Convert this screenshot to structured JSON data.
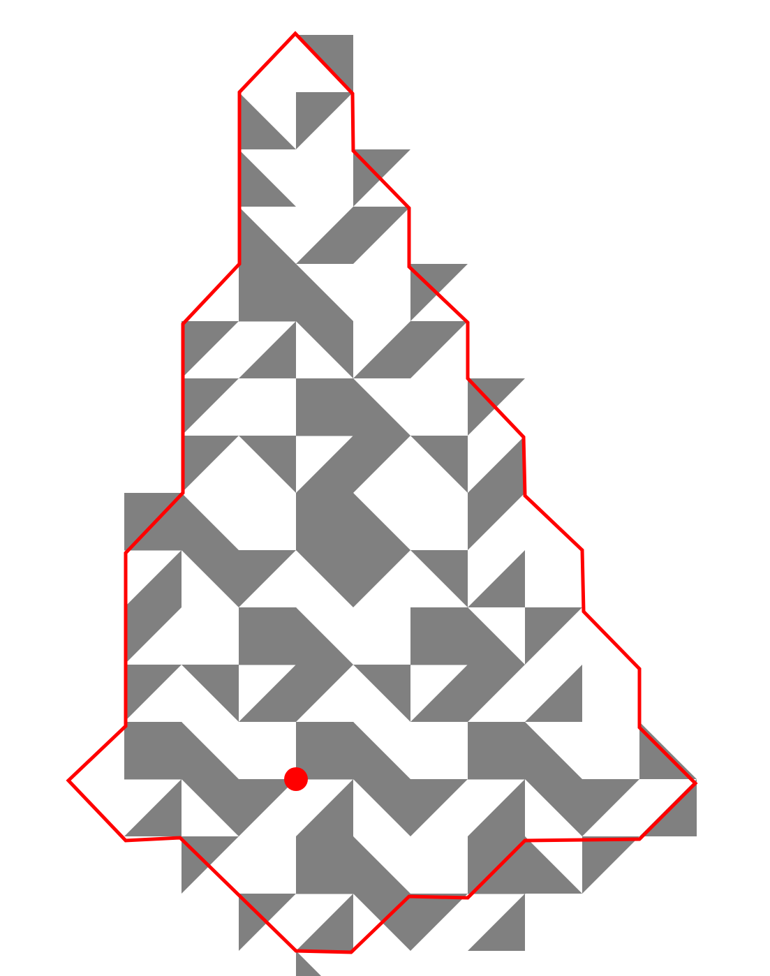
{
  "diagram": {
    "type": "polyomino-tiling",
    "colors": {
      "background": "#ffffff",
      "fill": "#808080",
      "light": "#ffffff",
      "outline": "#ff0000",
      "marker": "#ff0000"
    },
    "rows": [
      {
        "first_col": 3,
        "cells": [
          "TL"
        ]
      },
      {
        "first_col": 2,
        "cells": [
          "BL",
          "TR"
        ]
      },
      {
        "first_col": 2,
        "cells": [
          "BL",
          "N",
          "TR"
        ]
      },
      {
        "first_col": 2,
        "cells": [
          "BL",
          "BR",
          "TR"
        ]
      },
      {
        "first_col": 2,
        "cells": [
          "F",
          "BL",
          "N",
          "TR"
        ]
      },
      {
        "first_col": 1,
        "cells": [
          "TR",
          "BR",
          "TL",
          "BR",
          "TR"
        ]
      },
      {
        "first_col": 1,
        "cells": [
          "TR",
          "N",
          "F",
          "BL",
          "N",
          "TR"
        ]
      },
      {
        "first_col": 1,
        "cells": [
          "TR",
          "TL",
          "BR",
          "TR",
          "TL",
          "BR"
        ]
      },
      {
        "first_col": 0,
        "cells": [
          "F",
          "BL",
          "N",
          "F",
          "BL",
          "N",
          "TR"
        ]
      },
      {
        "first_col": 0,
        "cells": [
          "BR",
          "TL",
          "TR",
          "TL",
          "TR",
          "TL",
          "BR"
        ]
      },
      {
        "first_col": 0,
        "cells": [
          "TR",
          "N",
          "F",
          "BL",
          "N",
          "F",
          "BL",
          "TR"
        ]
      },
      {
        "first_col": 0,
        "cells": [
          "TR",
          "TL",
          "BR",
          "TR",
          "TL",
          "BR",
          "TR",
          "BR"
        ]
      },
      {
        "first_col": 0,
        "cells": [
          "F",
          "BL",
          "N",
          "F",
          "BL",
          "N",
          "F",
          "BL",
          "N",
          "BL"
        ]
      },
      {
        "first_col": 0,
        "cells": [
          "BR",
          "TL",
          "TR",
          "BR",
          "TL",
          "TR",
          "BR",
          "TL",
          "TR",
          "BR"
        ]
      },
      {
        "first_col": 1,
        "cells": [
          "TR",
          "N",
          "F",
          "BL",
          "N",
          "F",
          "BL",
          "TR"
        ]
      },
      {
        "first_col": 2,
        "cells": [
          "TR",
          "BR",
          "TL",
          "TR",
          "BR"
        ]
      },
      {
        "first_col": 3,
        "cells": [
          "BL"
        ]
      }
    ],
    "marker": {
      "row": 13,
      "col": 3
    }
  }
}
